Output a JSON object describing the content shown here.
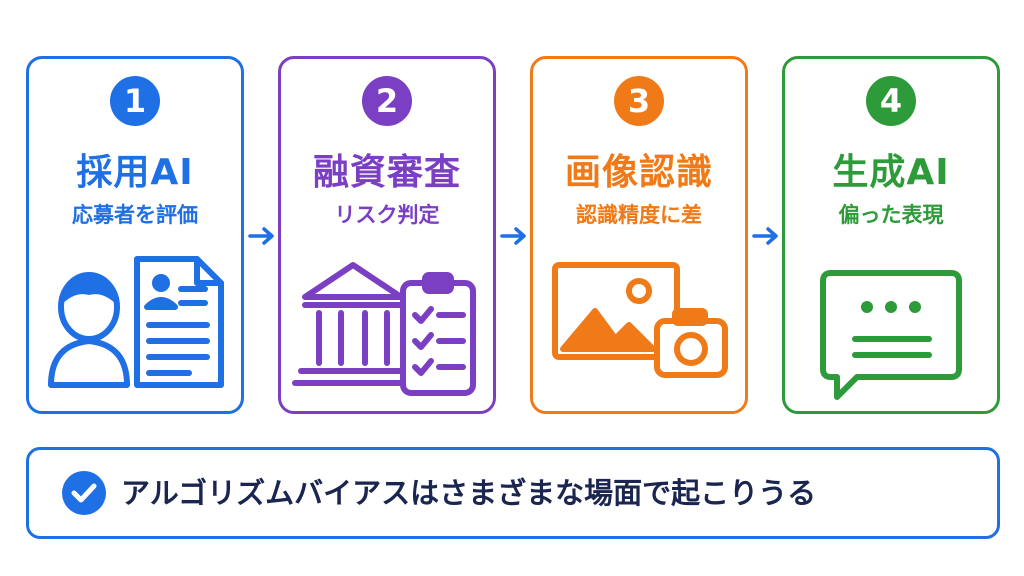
{
  "steps": [
    {
      "number": "1",
      "title": "採用AI",
      "subtitle": "応募者を評価",
      "color": "#1f6fe5",
      "icon": "resume-person-icon"
    },
    {
      "number": "2",
      "title": "融資審査",
      "subtitle": "リスク判定",
      "color": "#7b3fc4",
      "icon": "bank-clipboard-icon"
    },
    {
      "number": "3",
      "title": "画像認識",
      "subtitle": "認識精度に差",
      "color": "#f07a18",
      "icon": "photo-camera-icon"
    },
    {
      "number": "4",
      "title": "生成AI",
      "subtitle": "偏った表現",
      "color": "#2e9b3a",
      "icon": "chat-bubble-icon"
    }
  ],
  "banner": {
    "text": "アルゴリズムバイアスはさまざまな場面で起こりうる",
    "icon": "check-circle-icon",
    "color": "#1f6fe5"
  }
}
